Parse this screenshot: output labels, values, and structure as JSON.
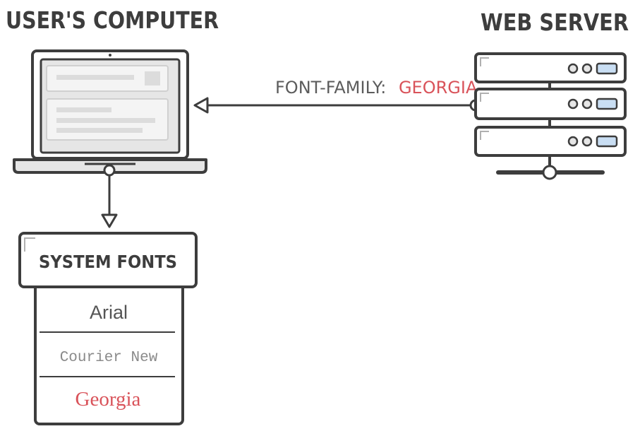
{
  "diagram": {
    "left_title": "USER'S COMPUTER",
    "right_title": "WEB SERVER",
    "connection": {
      "property": "FONT-FAMILY:",
      "value": "GEORGIA"
    },
    "system_fonts": {
      "title": "SYSTEM FONTS",
      "fonts": [
        "Arial",
        "Courier New",
        "Georgia"
      ]
    }
  },
  "colors": {
    "outline": "#3d3d3d",
    "fill_light": "#e6e6e6",
    "accent": "#d9535a",
    "button_blue": "#c9def3"
  }
}
